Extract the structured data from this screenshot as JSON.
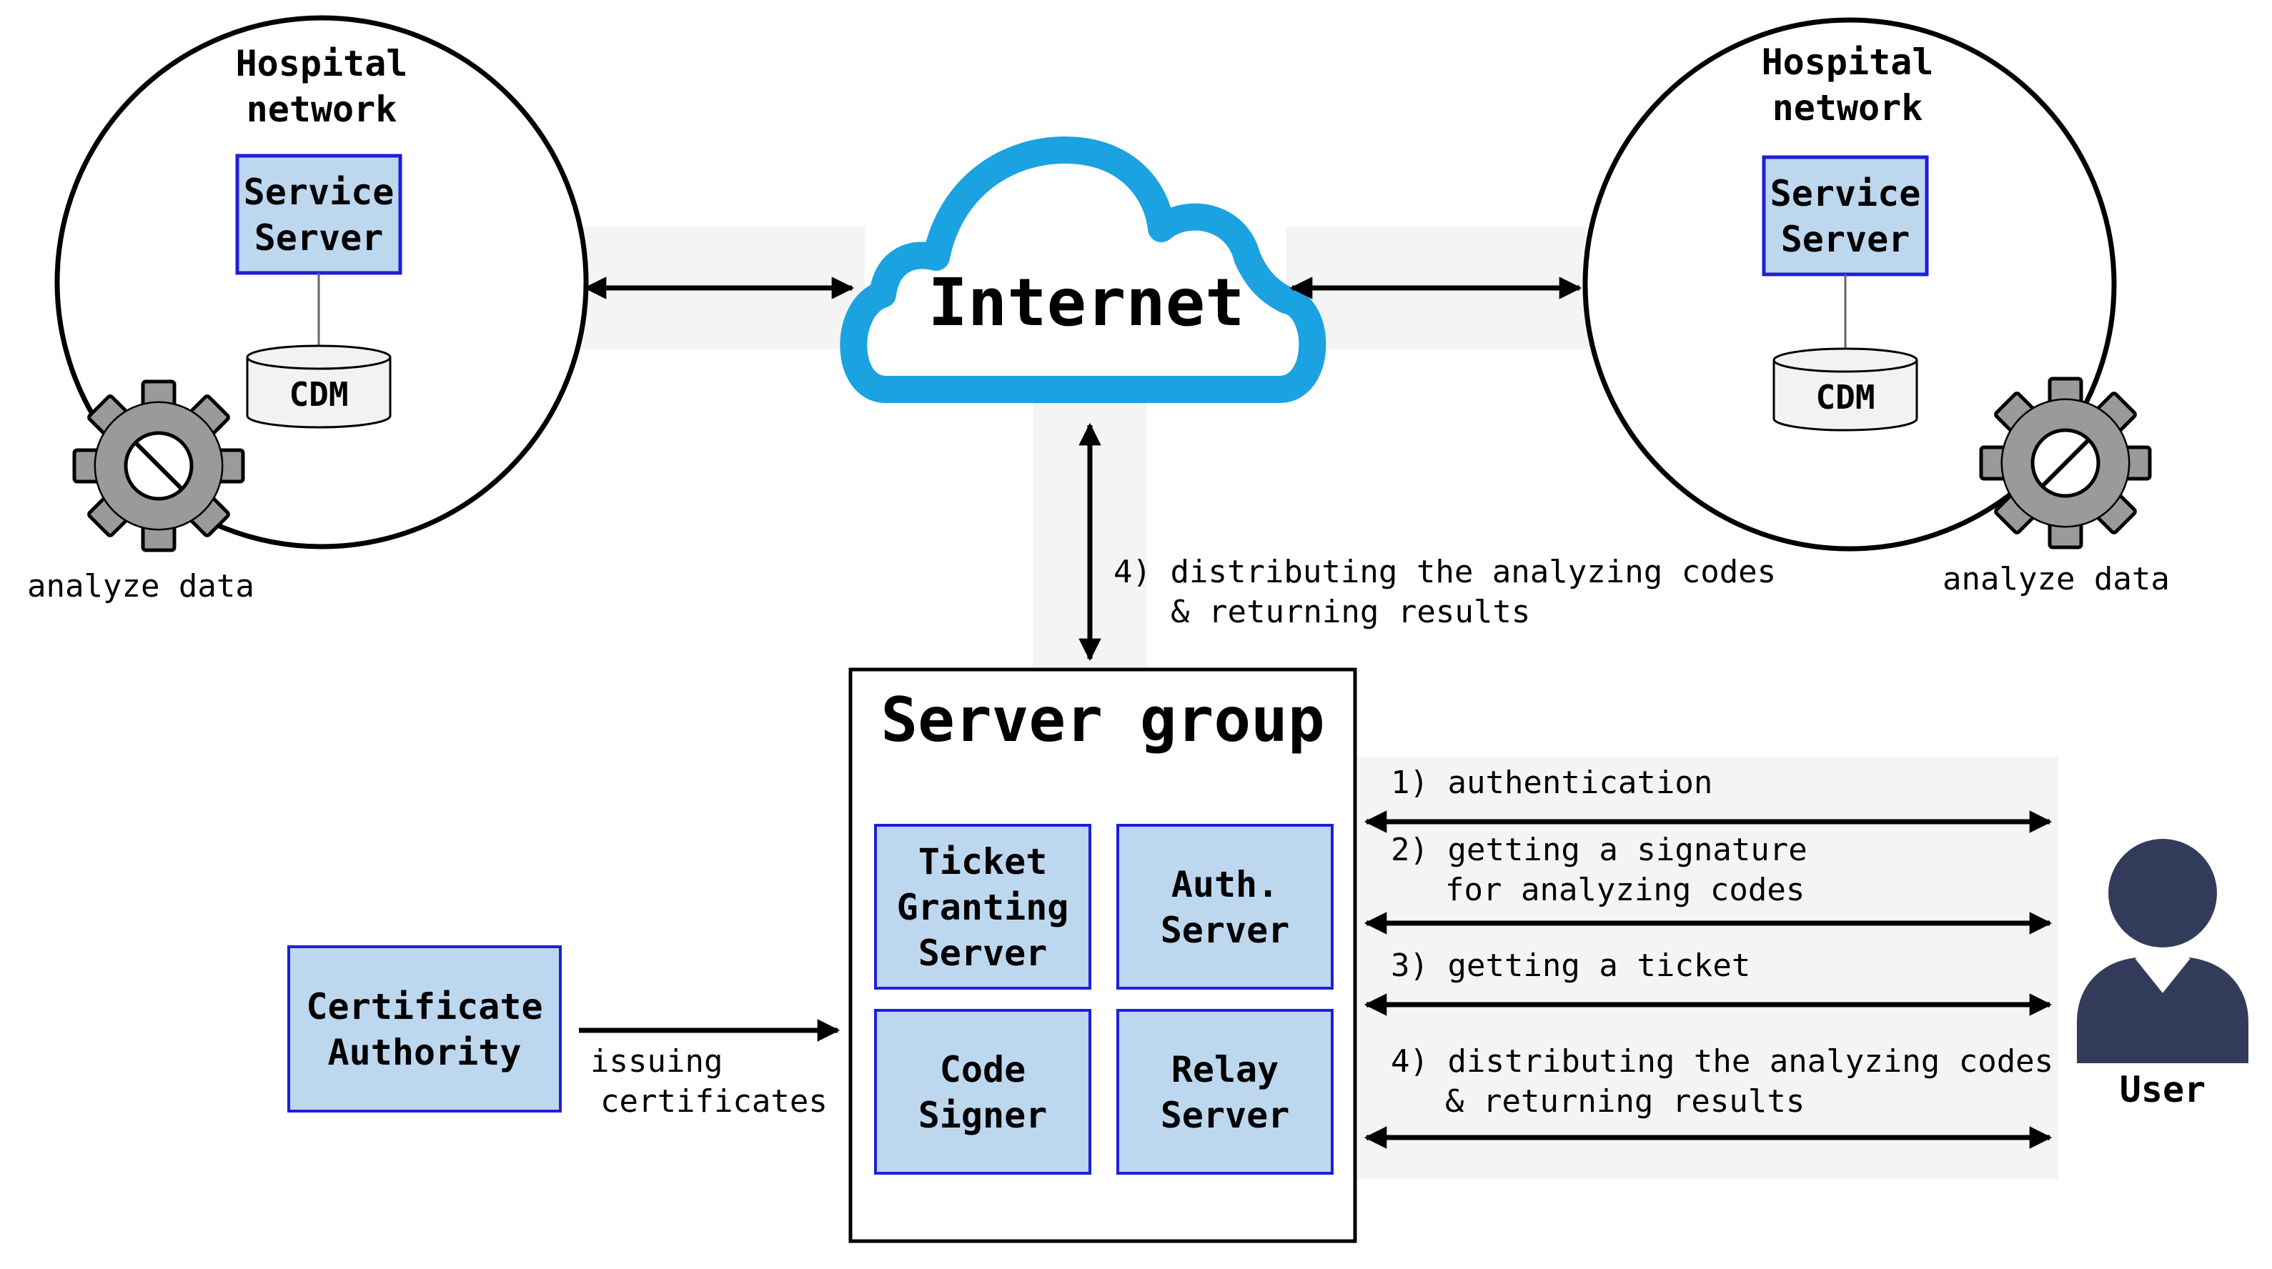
{
  "left_network": {
    "title_line1": "Hospital",
    "title_line2": "network",
    "service_line1": "Service",
    "service_line2": "Server",
    "db_label": "CDM",
    "gear_caption": "analyze data"
  },
  "right_network": {
    "title_line1": "Hospital",
    "title_line2": "network",
    "service_line1": "Service",
    "service_line2": "Server",
    "db_label": "CDM",
    "gear_caption": "analyze data"
  },
  "internet": {
    "label": "Internet",
    "link_line1": "4) distributing the analyzing codes",
    "link_line2": "& returning results"
  },
  "server_group": {
    "title": "Server group",
    "tgs_line1": "Ticket",
    "tgs_line2": "Granting",
    "tgs_line3": "Server",
    "auth_line1": "Auth.",
    "auth_line2": "Server",
    "signer_line1": "Code",
    "signer_line2": "Signer",
    "relay_line1": "Relay",
    "relay_line2": "Server"
  },
  "certificate_authority": {
    "line1": "Certificate",
    "line2": "Authority",
    "link_line1": "issuing",
    "link_line2": "certificates"
  },
  "user": {
    "label": "User",
    "step1": "1) authentication",
    "step2_line1": "2) getting a signature",
    "step2_line2": "for analyzing codes",
    "step3": "3) getting a ticket",
    "step4_line1": "4) distributing the analyzing codes",
    "step4_line2": "& returning results"
  },
  "colors": {
    "box_fill": "#bdd7ee",
    "box_border": "#1f1fd6",
    "cloud": "#1aa3e0",
    "gear": "#999999",
    "user": "#323c5a",
    "band": "#f2f2f2"
  }
}
